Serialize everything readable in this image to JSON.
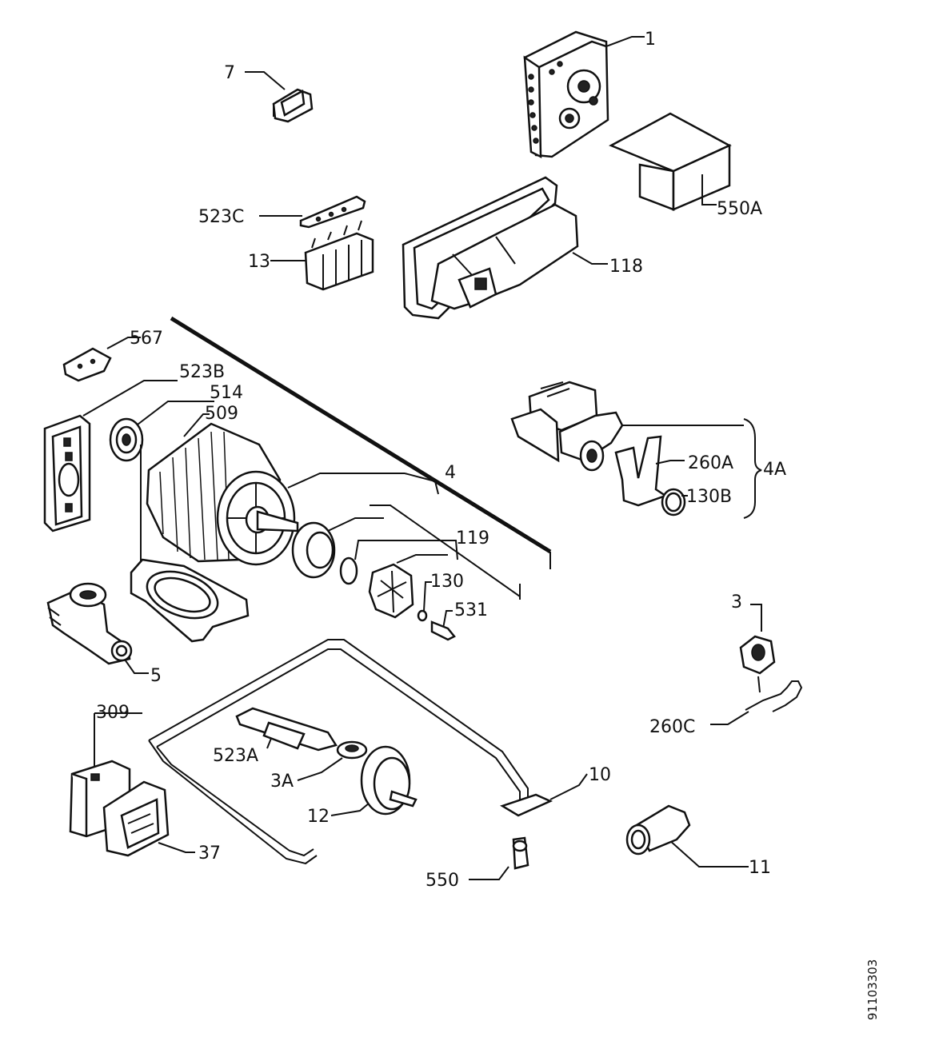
{
  "labels": {
    "p1": "1",
    "p7": "7",
    "p550A": "550A",
    "p523C": "523C",
    "p13": "13",
    "p118": "118",
    "p567": "567",
    "p523B": "523B",
    "p514": "514",
    "p509": "509",
    "p4": "4",
    "p119": "119",
    "p130": "130",
    "p531": "531",
    "p260A": "260A",
    "p130B": "130B",
    "p4A": "4A",
    "p3": "3",
    "p5": "5",
    "p260C": "260C",
    "p309": "309",
    "p523A": "523A",
    "p3A": "3A",
    "p10": "10",
    "p12": "12",
    "p37": "37",
    "p11": "11",
    "p550": "550"
  },
  "diagram_code": "91103303"
}
